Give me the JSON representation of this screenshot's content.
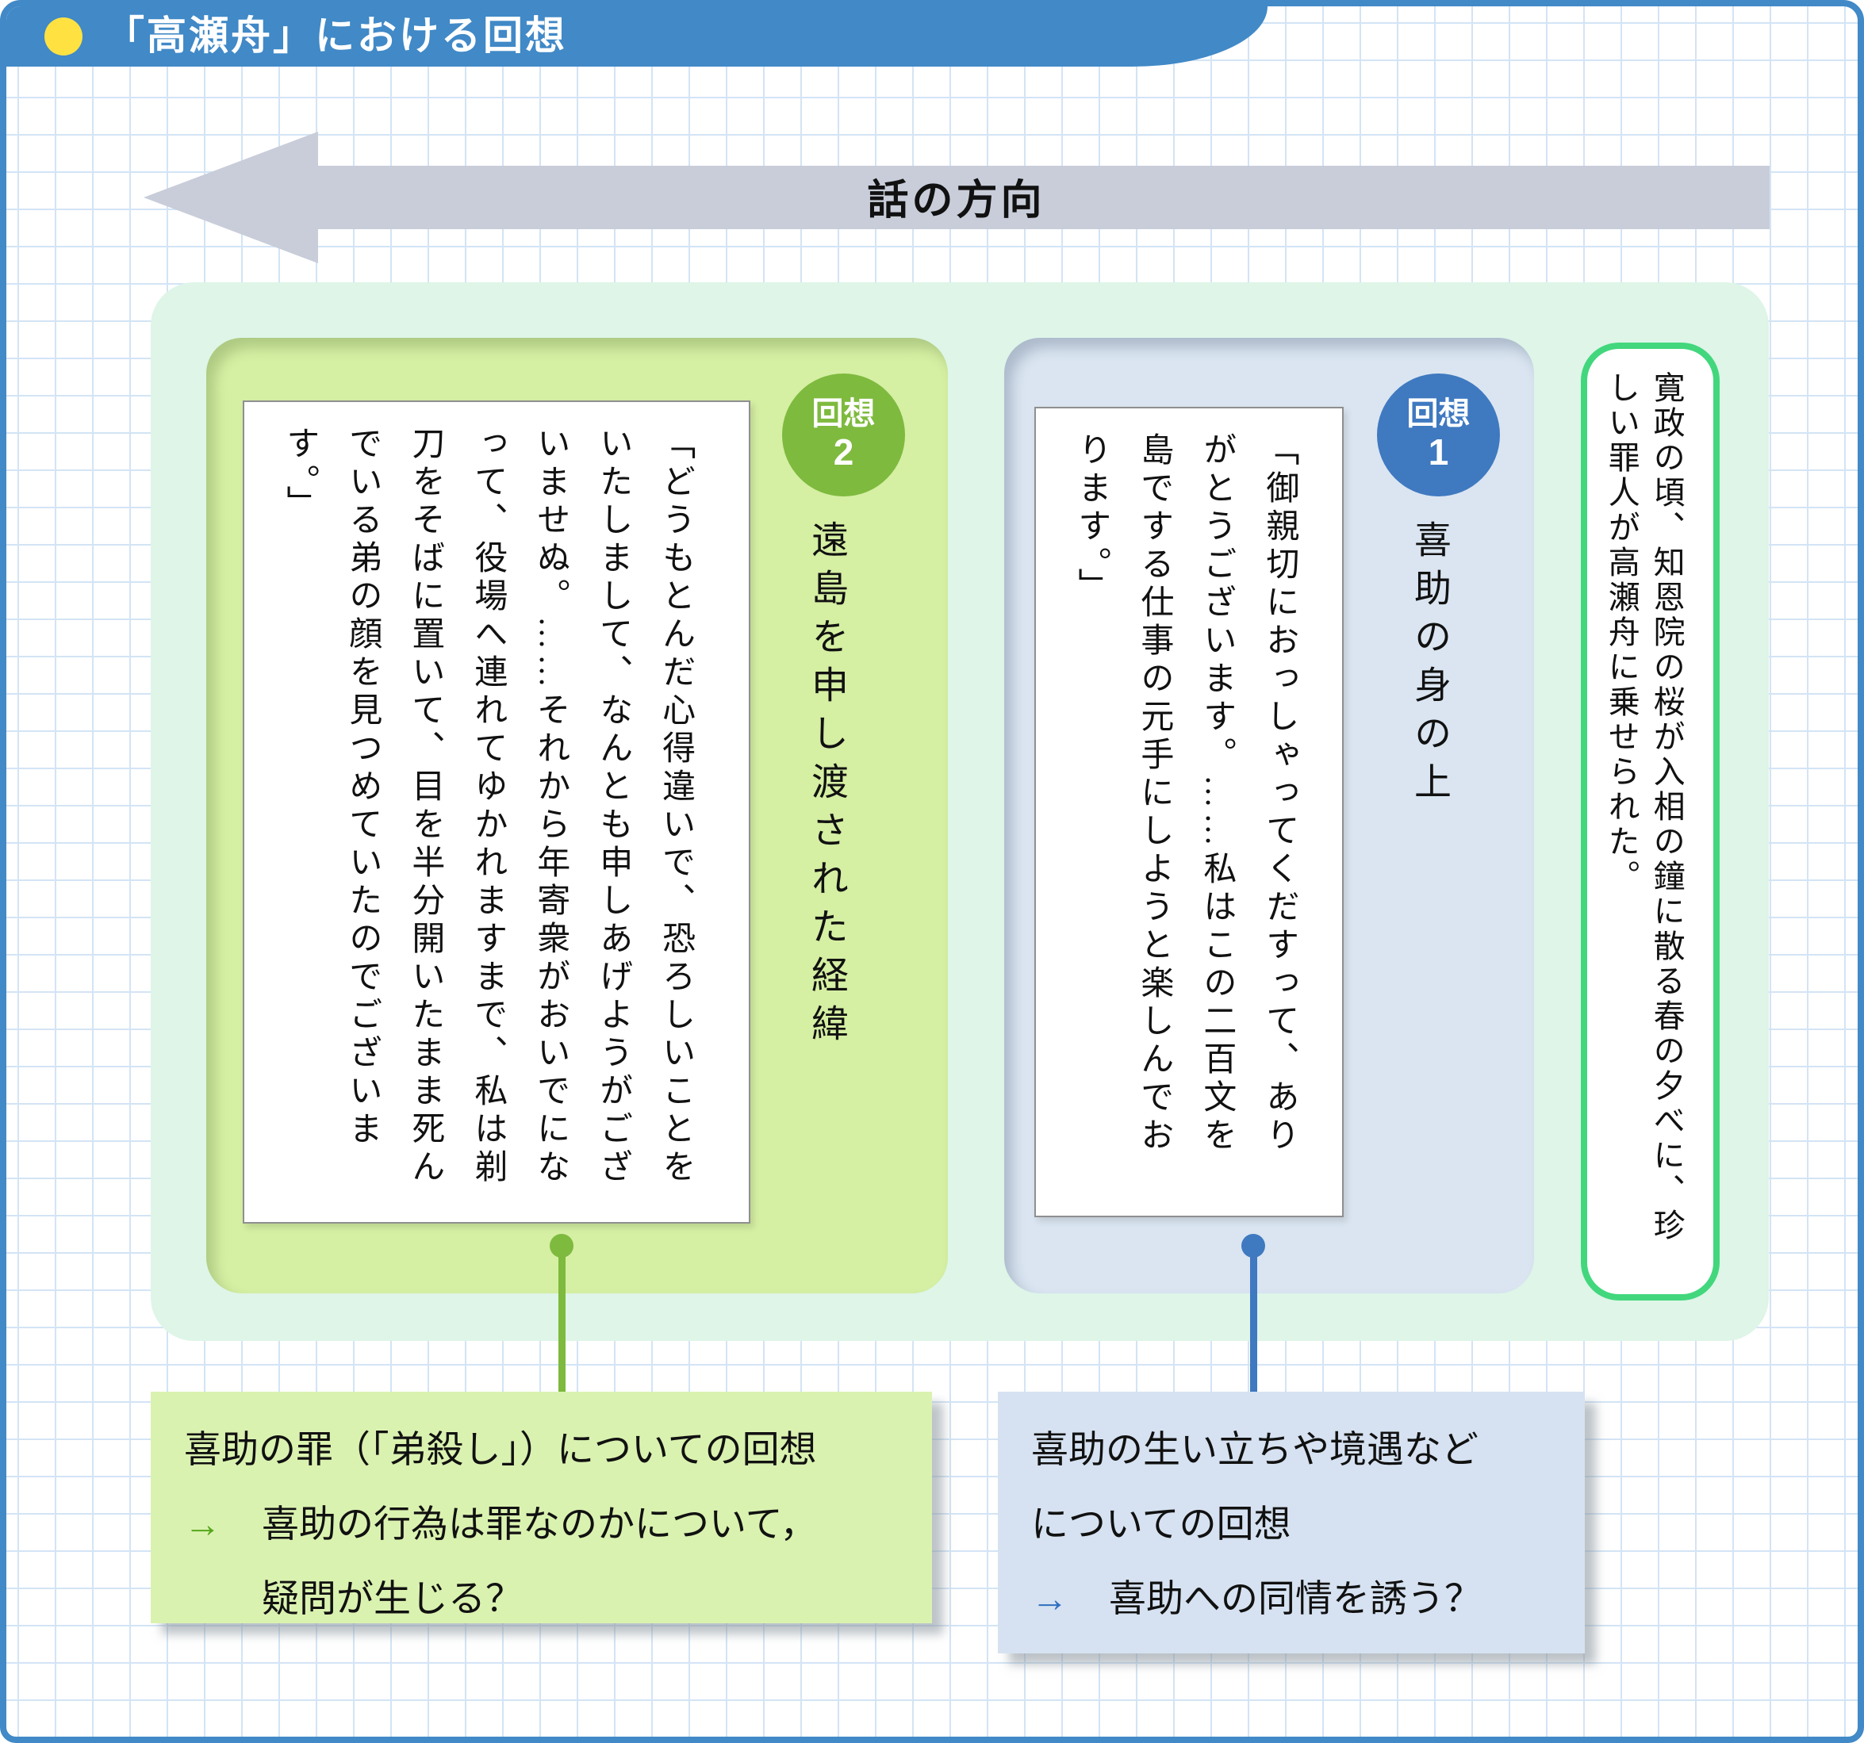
{
  "header": {
    "title": "「高瀬舟」における回想",
    "arrow_label": "話の方向"
  },
  "intro": {
    "text": "寛政の頃、知恩院の桜が入相の鐘に散る春の夕べに、珍しい罪人が高瀬舟に乗せられた。"
  },
  "panels": [
    {
      "id": "recollection-2",
      "badge_label": "回想",
      "badge_number": "2",
      "title": "遠島を申し渡された経緯",
      "quote": "「どうもとんだ心得違いで、恐ろしいことをいたしまして、なんとも申しあげようがございませぬ。……それから年寄衆がおいでになって、役場へ連れてゆかれますまで、私は剃刀をそばに置いて、目を半分開いたまま死んでいる弟の顔を見つめていたのでございます。」"
    },
    {
      "id": "recollection-1",
      "badge_label": "回想",
      "badge_number": "1",
      "title": "喜助の身の上",
      "quote": "「御親切におっしゃってくだすって、ありがとうございます。……私はこの二百文を島でする仕事の元手にしようと楽しんでおります。」"
    }
  ],
  "callouts": {
    "green": {
      "line1": "喜助の罪（「弟殺し」）についての回想",
      "arrow_glyph": "→",
      "line2": "喜助の行為は罪なのかについて，",
      "line3": "疑問が生じる？"
    },
    "blue": {
      "line1": "喜助の生い立ちや境遇など",
      "line2": "についての回想",
      "arrow_glyph": "→",
      "line3": "喜助への同情を誘う？"
    }
  },
  "colors": {
    "frame_blue": "#4189c7",
    "bullet_yellow": "#ffe242",
    "arrow_gray": "#c8cdd9",
    "mint_bg": "#def5e8",
    "green_panel": "#d5efa3",
    "green_badge": "#7eba3e",
    "blue_panel": "#dae5f1",
    "blue_badge": "#3f79c0",
    "intro_border_green": "#42d77d",
    "callout_green_bg": "#daf2b0",
    "callout_blue_bg": "#d6e2f1",
    "arrow_green": "#56a71c",
    "arrow_blue": "#2f6fc0"
  }
}
